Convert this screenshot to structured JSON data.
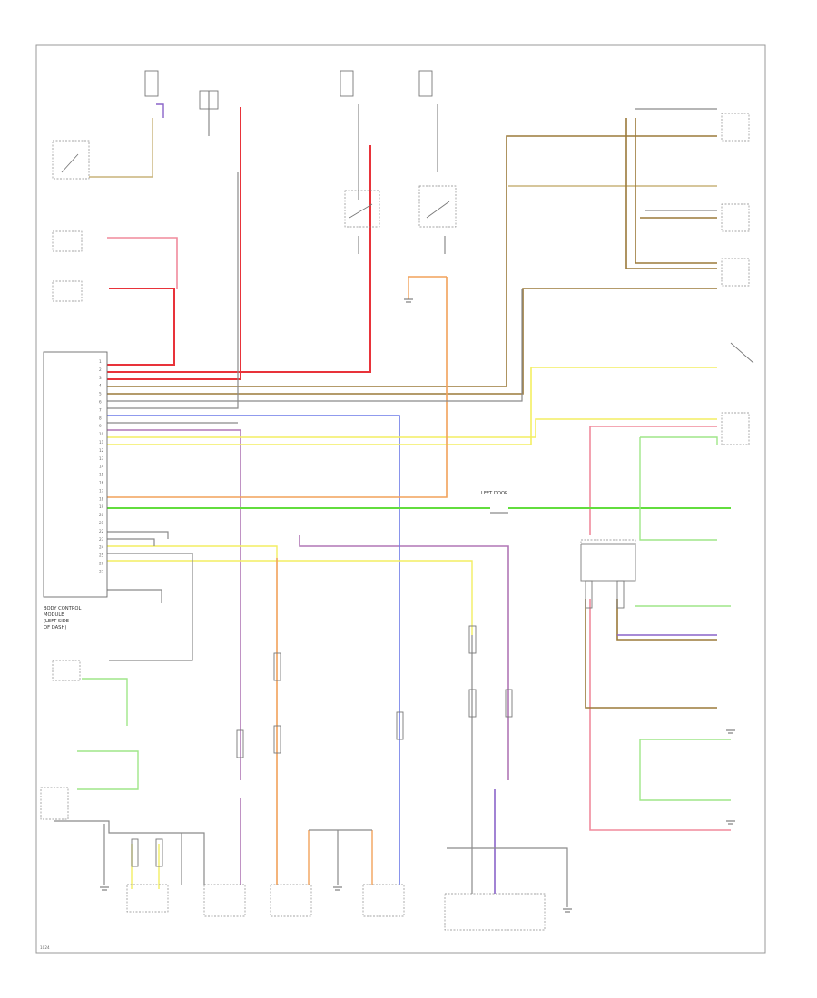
{
  "diagram": {
    "colors": {
      "red": "#e8333a",
      "pink": "#f08a9c",
      "orange": "#f2a25a",
      "yellow": "#f3ee62",
      "blue": "#6c7ae8",
      "purple": "#b077b5",
      "brown": "#9b7a3a",
      "green": "#62dd3d",
      "lightgreen": "#9fe689",
      "gray": "#8a8a8a",
      "violet": "#8a64c9",
      "tan": "#c9b47a",
      "magenta": "#e46ad8"
    },
    "labels": {
      "bcm": [
        "BODY CONTROL",
        "MODULE",
        "(LEFT SIDE",
        "OF DASH)"
      ],
      "left_door_fuse": "LEFT DOOR",
      "footer_code": "1024"
    },
    "connector_pins": [
      "1",
      "2",
      "3",
      "4",
      "5",
      "6",
      "7",
      "8",
      "9",
      "10",
      "11",
      "12",
      "13",
      "14",
      "15",
      "16",
      "17",
      "18",
      "19",
      "20",
      "21",
      "22",
      "23",
      "24",
      "25",
      "26",
      "27"
    ]
  }
}
